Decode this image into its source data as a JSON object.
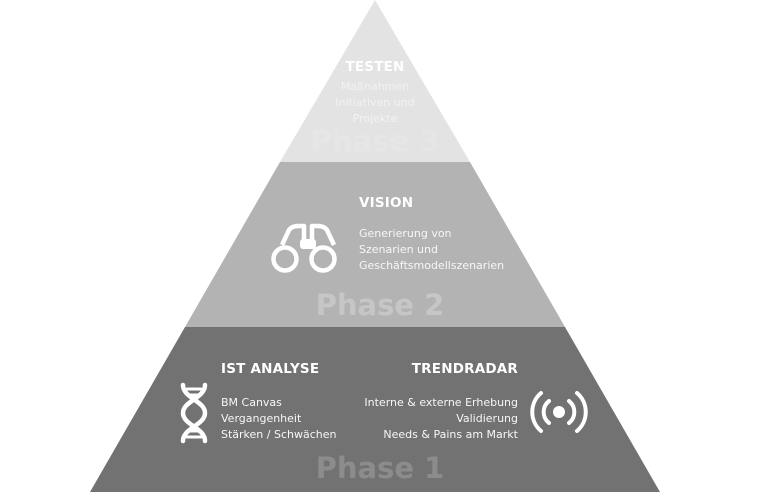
{
  "colors": {
    "tier_top": "#e3e3e3",
    "tier_middle": "#b3b3b3",
    "tier_bottom": "#727272",
    "text": "#ffffff"
  },
  "tiers": {
    "top": {
      "title": "TESTEN",
      "lines": [
        "Maßnahmen",
        "Initiativen und",
        "Projekte"
      ],
      "phase": "Phase 3"
    },
    "middle": {
      "title": "VISION",
      "lines": [
        "Generierung von",
        "Szenarien und",
        "Geschäftsmodellszenarien"
      ],
      "icon": "binoculars-icon",
      "phase": "Phase 2"
    },
    "bottom": {
      "left": {
        "title": "IST ANALYSE",
        "lines": [
          "BM Canvas",
          "Vergangenheit",
          "Stärken / Schwächen"
        ],
        "icon": "dna-icon"
      },
      "right": {
        "title": "TRENDRADAR",
        "lines": [
          "Interne & externe Erhebung",
          "Validierung",
          "Needs & Pains am Markt"
        ],
        "icon": "radar-signal-icon"
      },
      "phase": "Phase 1"
    }
  }
}
